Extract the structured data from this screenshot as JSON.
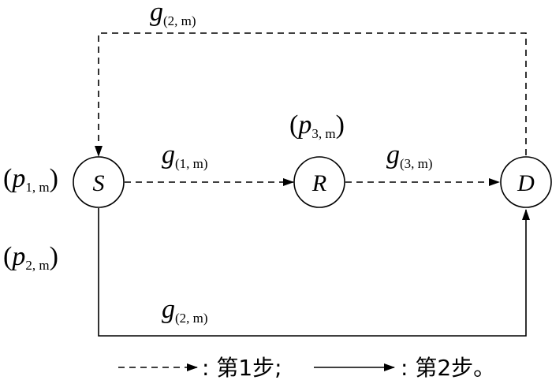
{
  "nodes": {
    "source": "S",
    "relay": "R",
    "destination": "D"
  },
  "gains": {
    "g_top": {
      "symbol": "g",
      "sub": "(2, m)"
    },
    "g_sr": {
      "symbol": "g",
      "sub": "(1, m)"
    },
    "g_rd": {
      "symbol": "g",
      "sub": "(3, m)"
    },
    "g_sd": {
      "symbol": "g",
      "sub": "(2, m)"
    }
  },
  "powers": {
    "p1": {
      "open": "(",
      "symbol": "p",
      "sub": "1, m",
      "close": ")"
    },
    "p2": {
      "open": "(",
      "symbol": "p",
      "sub": "2, m",
      "close": ")"
    },
    "p3": {
      "open": "(",
      "symbol": "p",
      "sub": "3, m",
      "close": ")"
    }
  },
  "legend": {
    "step1": ": 第1步;",
    "step2": ": 第2步。"
  }
}
